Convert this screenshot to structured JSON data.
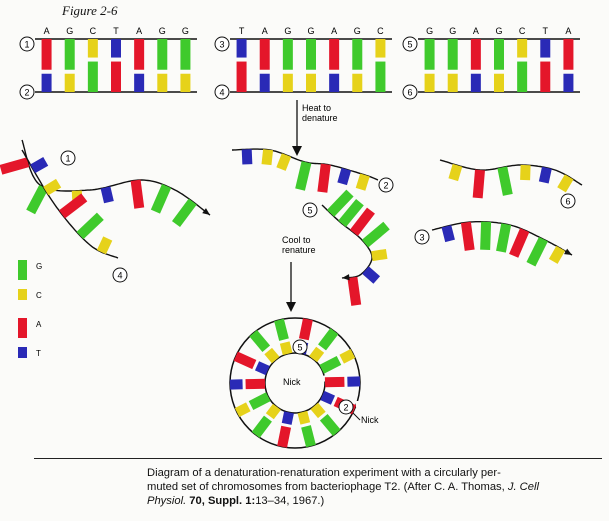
{
  "figure_label": "Figure 2-6",
  "colors": {
    "G": "#3fca2c",
    "C": "#e6d21a",
    "A": "#e4162a",
    "T": "#2a2ab6",
    "line": "#111111"
  },
  "duplexes": [
    {
      "top_id": "1",
      "bottom_id": "2",
      "sequence": [
        "A",
        "G",
        "C",
        "T",
        "A",
        "G",
        "G"
      ]
    },
    {
      "top_id": "3",
      "bottom_id": "4",
      "sequence": [
        "T",
        "A",
        "G",
        "G",
        "A",
        "G",
        "C"
      ]
    },
    {
      "top_id": "5",
      "bottom_id": "6",
      "sequence": [
        "G",
        "G",
        "A",
        "G",
        "C",
        "T",
        "A"
      ]
    }
  ],
  "steps": {
    "denature": "Heat to\ndenature",
    "renature": "Cool to\nrenature"
  },
  "strand_ids": {
    "s1": "1",
    "s4": "4",
    "s2": "2",
    "s5": "5",
    "s6": "6",
    "s3": "3",
    "ring_outer": "5",
    "ring_inner": "2"
  },
  "legend": [
    {
      "base": "G"
    },
    {
      "base": "C"
    },
    {
      "base": "A"
    },
    {
      "base": "T"
    }
  ],
  "ring": {
    "nick_inner": "Nick",
    "nick_outer": "Nick"
  },
  "caption": {
    "line1": "Diagram of a denaturation-renaturation experiment with a circularly per-",
    "line2": "muted set of chromosomes from bacteriophage T2. (After C. A. Thomas,",
    "journal": "J. Cell",
    "journal2": "Physiol.",
    "volume": "70, Suppl. 1:",
    "pages": "13–34, 1967.)"
  }
}
